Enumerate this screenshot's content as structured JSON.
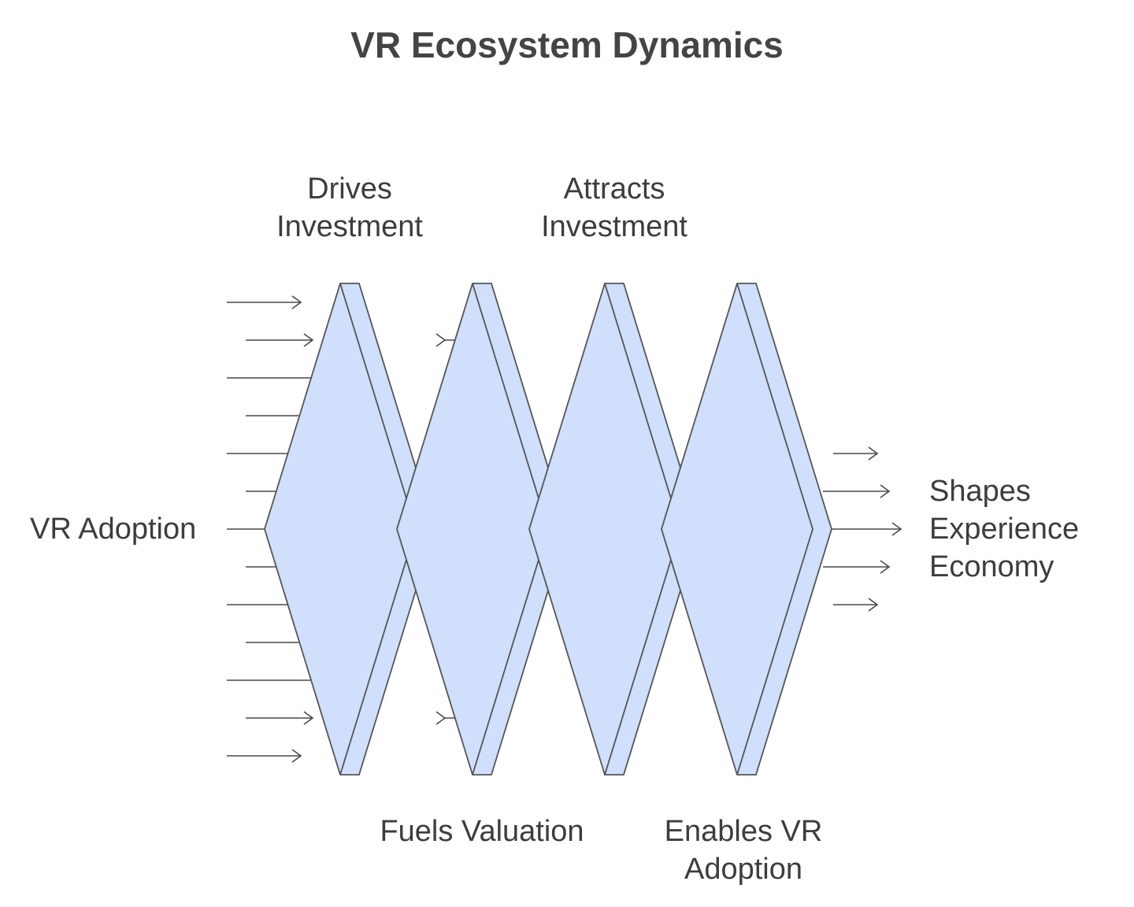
{
  "title": "VR Ecosystem Dynamics",
  "input_label": "VR Adoption",
  "output_label": [
    "Shapes",
    "Experience",
    "Economy"
  ],
  "stages": [
    {
      "label": [
        "Drives",
        "Investment"
      ],
      "position": "top"
    },
    {
      "label": [
        "Fuels Valuation"
      ],
      "position": "bottom"
    },
    {
      "label": [
        "Attracts",
        "Investment"
      ],
      "position": "top"
    },
    {
      "label": [
        "Enables VR",
        "Adoption"
      ],
      "position": "bottom"
    }
  ],
  "colors": {
    "chevron_fill": "#cfdffc",
    "chevron_stroke": "#555555",
    "arrow": "#4a4a4a",
    "text": "#3d3d3d"
  }
}
